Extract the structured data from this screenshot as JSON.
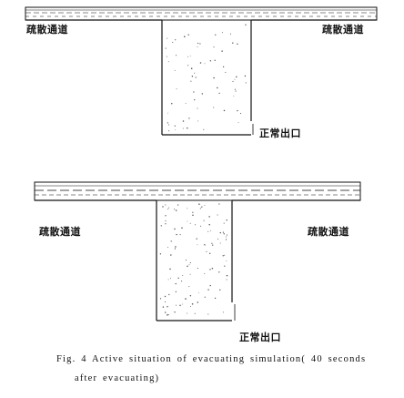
{
  "figure3": {
    "left_corridor_label": "疏散通道",
    "right_corridor_label": "疏散通道",
    "exit_label": "正常出口"
  },
  "figure4": {
    "left_corridor_label": "疏散通道",
    "right_corridor_label": "疏散通道",
    "exit_label": "正常出口",
    "caption_line1": "Fig. 4   Active situation of evacuating simulation( 40 seconds",
    "caption_line2": "after evacuating)"
  },
  "colors": {
    "ink": "#111111",
    "particle": "#555555"
  }
}
